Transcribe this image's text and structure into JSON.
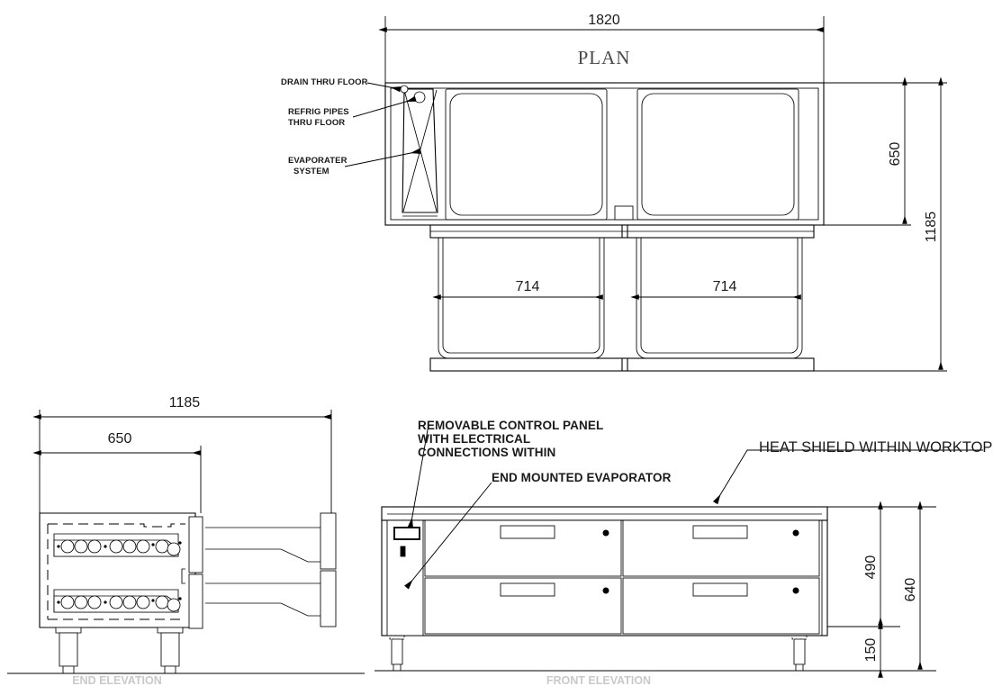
{
  "drawing": {
    "title": "PLAN",
    "views": {
      "plan": {
        "label": "PLAN"
      },
      "end_elevation": {
        "label": "END ELEVATION"
      },
      "front_elevation": {
        "label": "FRONT ELEVATION"
      }
    }
  },
  "dimensions": {
    "plan_overall_width": "1820",
    "plan_depth_front": "650",
    "plan_depth_overall": "1185",
    "drawer_width_left": "714",
    "drawer_width_right": "714",
    "end_overall_depth": "1185",
    "end_body_depth": "650",
    "front_body_height": "490",
    "front_overall_height": "640",
    "front_leg_height": "150"
  },
  "annotations": {
    "drain": "DRAIN THRU FLOOR",
    "refrig_line1": "REFRIG PIPES",
    "refrig_line2": "THRU FLOOR",
    "evaporator_line1": "EVAPORATER",
    "evaporator_line2": "SYSTEM",
    "control_panel_line1": "REMOVABLE CONTROL PANEL",
    "control_panel_line2": "WITH ELECTRICAL",
    "control_panel_line3": "CONNECTIONS WITHIN",
    "end_mounted_evaporator": "END MOUNTED EVAPORATOR",
    "heat_shield": "HEAT SHIELD WITHIN WORKTOP"
  },
  "footer": {
    "left_label": "END ELEVATION",
    "right_label": "FRONT ELEVATION"
  },
  "colors": {
    "line": "#000000",
    "text": "#1a1a1a",
    "plan_title": "#4a4a4a",
    "background": "#ffffff",
    "footer_text": "#c9c9c9"
  }
}
